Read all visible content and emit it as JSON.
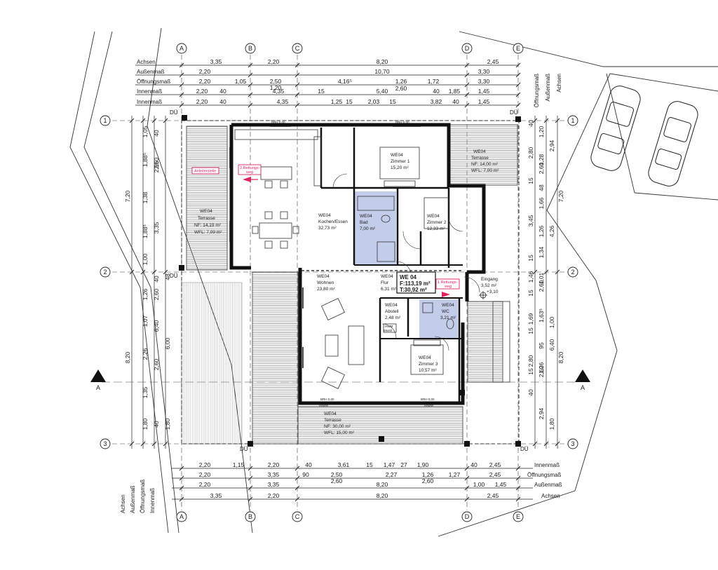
{
  "axes": {
    "columns": [
      "A",
      "B",
      "C",
      "D",
      "E"
    ],
    "rows": [
      "1",
      "2",
      "3"
    ],
    "section_marker": "A"
  },
  "top_rows": {
    "labels": [
      "Achsen",
      "Außenmaß",
      "Öffnungsmaß",
      "Innenmaß",
      "Innenmaß"
    ],
    "achsen": [
      "3,35",
      "2,20",
      "8,20",
      "2,45"
    ],
    "aussenmass": [
      "2,20",
      "10,70",
      "3,30"
    ],
    "oeffnungsmass": [
      "2,20",
      "1,05",
      "2,50",
      "1,20",
      "4,16⁵",
      "1,26",
      "2,60",
      "1,72",
      "3,30"
    ],
    "innenmass_1": [
      "2,20",
      "40",
      "4,35",
      "15",
      "5,40",
      "40",
      "1,85",
      "1,45"
    ],
    "innenmass_2": [
      "2,20",
      "40",
      "4,35",
      "1,25",
      "15",
      "2,03",
      "15",
      "3,82",
      "40",
      "1,45"
    ]
  },
  "bottom_rows": {
    "labels": [
      "Innenmaß",
      "Öffnungsmaß",
      "Außenmaß",
      "Achsen"
    ],
    "innenmass": [
      "2,20",
      "1,15",
      "2,20",
      "40",
      "3,61",
      "15",
      "1,47",
      "27",
      "1,90",
      "40",
      "2,45"
    ],
    "oeffnungsmass": [
      "2,20",
      "3,35",
      "90",
      "2,50",
      "2,60",
      "2,27",
      "1,26",
      "2,60",
      "1,27",
      "2,45"
    ],
    "aussenmass": [
      "2,20",
      "3,35",
      "8,20",
      "1,00",
      "1,45"
    ],
    "achsen": [
      "3,35",
      "2,20",
      "8,20",
      "2,45"
    ]
  },
  "left_rows": {
    "labels": [
      "Achsen",
      "Außenmaß",
      "Öffnungsmaß",
      "Innenmaß"
    ],
    "achsen": [
      "7,20",
      "8,20"
    ],
    "col_a": [
      "1,05",
      "1,88⁵",
      "1,38",
      "1,88⁵",
      "1,00",
      "1,26",
      "1,07",
      "2,26",
      "1,35",
      "1,80"
    ],
    "col_b": [
      "40",
      "2,60",
      "2,95",
      "3,35",
      "40",
      "2,60",
      "6,40",
      "2,60",
      "40"
    ],
    "col_c": [
      "6,00",
      "48",
      "1,80"
    ]
  },
  "right_rows": {
    "labels": [
      "Öffnungsmaß",
      "Außenmaß",
      "Achsen"
    ],
    "col_a": [
      "40",
      "2,80",
      "15",
      "3,45",
      "15",
      "1,46",
      "15",
      "1,69",
      "15",
      "2,80",
      "15",
      "40"
    ],
    "col_b": [
      "1,20",
      "1,28",
      "2,60",
      "48",
      "1,66",
      "1,26",
      "1,34",
      "1,01",
      "2,60",
      "1,63⁵",
      "95",
      "1,26",
      "2,60",
      "2,94"
    ],
    "col_c": [
      "2,94",
      "4,26",
      "1,00",
      "6,40",
      "1,80"
    ],
    "achsen": [
      "7,20",
      "8,20"
    ]
  },
  "rooms": {
    "terrasse_west": {
      "unit": "WE04",
      "name": "Terrasse",
      "nf": "NF: 14,19 m²",
      "wfl": "WFL: 7,09 m²"
    },
    "terrasse_north": {
      "unit": "WE04",
      "name": "Terrasse",
      "nf": "NF: 14,00 m²",
      "wfl": "WFL: 7,00 m²"
    },
    "terrasse_south": {
      "unit": "WE04",
      "name": "Terrasse",
      "nf": "NF: 30,00 m²",
      "wfl": "WFL: 15,00 m²"
    },
    "kochen": {
      "unit": "WE04",
      "name": "Kochen/Essen",
      "area": "32,73 m²"
    },
    "zimmer1": {
      "unit": "WE04",
      "name": "Zimmer 1",
      "area": "15,20 m²"
    },
    "bad": {
      "unit": "WE04",
      "name": "Bad",
      "area": "7,00 m²"
    },
    "zimmer2": {
      "unit": "WE04",
      "name": "Zimmer 2",
      "area": "12,33 m²"
    },
    "wohnen": {
      "unit": "WE04",
      "name": "Wohnen",
      "area": "23,80 m²"
    },
    "flur": {
      "unit": "WE04",
      "name": "Flur",
      "area": "6,31 m²"
    },
    "abstell": {
      "unit": "WE04",
      "name": "Abstell",
      "area": "2,48 m²"
    },
    "wc": {
      "unit": "WE04",
      "name": "WC",
      "area": "3,21 m²"
    },
    "zimmer3": {
      "unit": "WE04",
      "name": "Zimmer 3",
      "area": "10,57 m²"
    },
    "eingang": {
      "name": "Eingang",
      "area": "3,52 m²",
      "level": "+3,10"
    }
  },
  "unit_box": {
    "title": "WE 04",
    "f": "F:113,19 m²",
    "t": "T:30,92 m²"
  },
  "rescue": {
    "second_line1": "2.Rettungs-",
    "second_line2": "weg",
    "first_line1": "1.Rettungs-",
    "first_line2": "weg",
    "anleiter": "Anleiterstelle"
  },
  "marks": {
    "du": "DÜ",
    "brh": "BRH 0,00",
    "hwm": "HWM",
    "hwm_size": "59x60",
    "hauswand": "Hause"
  },
  "colors": {
    "line": "#1a1a1a",
    "wet_room": "#c3cdea",
    "rescue_red": "#e0245e"
  }
}
